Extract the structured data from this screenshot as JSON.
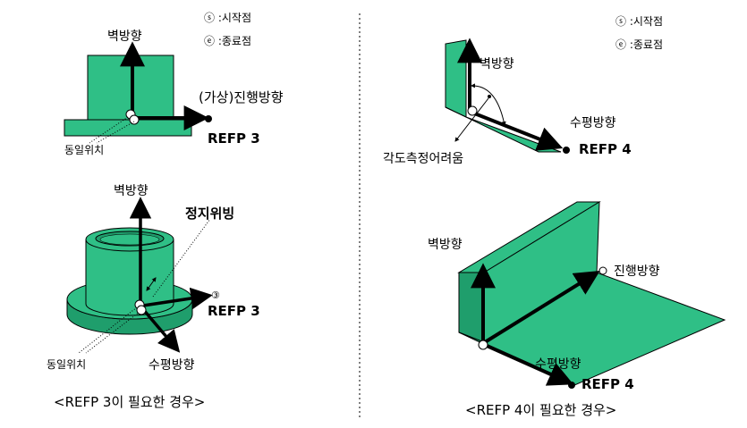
{
  "colors": {
    "face": "#2fbf86",
    "face_dark": "#1f9e6c",
    "outline": "#000000",
    "arrow": "#000000"
  },
  "left_top": {
    "legend_start": "ⓢ :시작점",
    "legend_end": "ⓔ :종료점",
    "wall_dir": "벽방향",
    "travel_dir": "(가상)진행방향",
    "refp": "REFP 3",
    "same_pos": "동일위치"
  },
  "left_bottom": {
    "wall_dir": "벽방향",
    "stationary": "정지위빙",
    "point_label": "③",
    "refp": "REFP 3",
    "same_pos": "동일위치",
    "horiz_dir": "수평방향",
    "caption": "<REFP 3이 필요한 경우>"
  },
  "right_top": {
    "legend_start": "ⓢ :시작점",
    "legend_end": "ⓔ :종료점",
    "wall_dir": "벽방향",
    "horiz_dir": "수평방향",
    "refp": "REFP 4",
    "angle_hard": "각도측정어려움"
  },
  "right_bottom": {
    "wall_dir": "벽방향",
    "travel_dir": "진행방향",
    "horiz_dir": "수평방향",
    "refp": "REFP 4",
    "caption": "<REFP 4이 필요한 경우>"
  }
}
